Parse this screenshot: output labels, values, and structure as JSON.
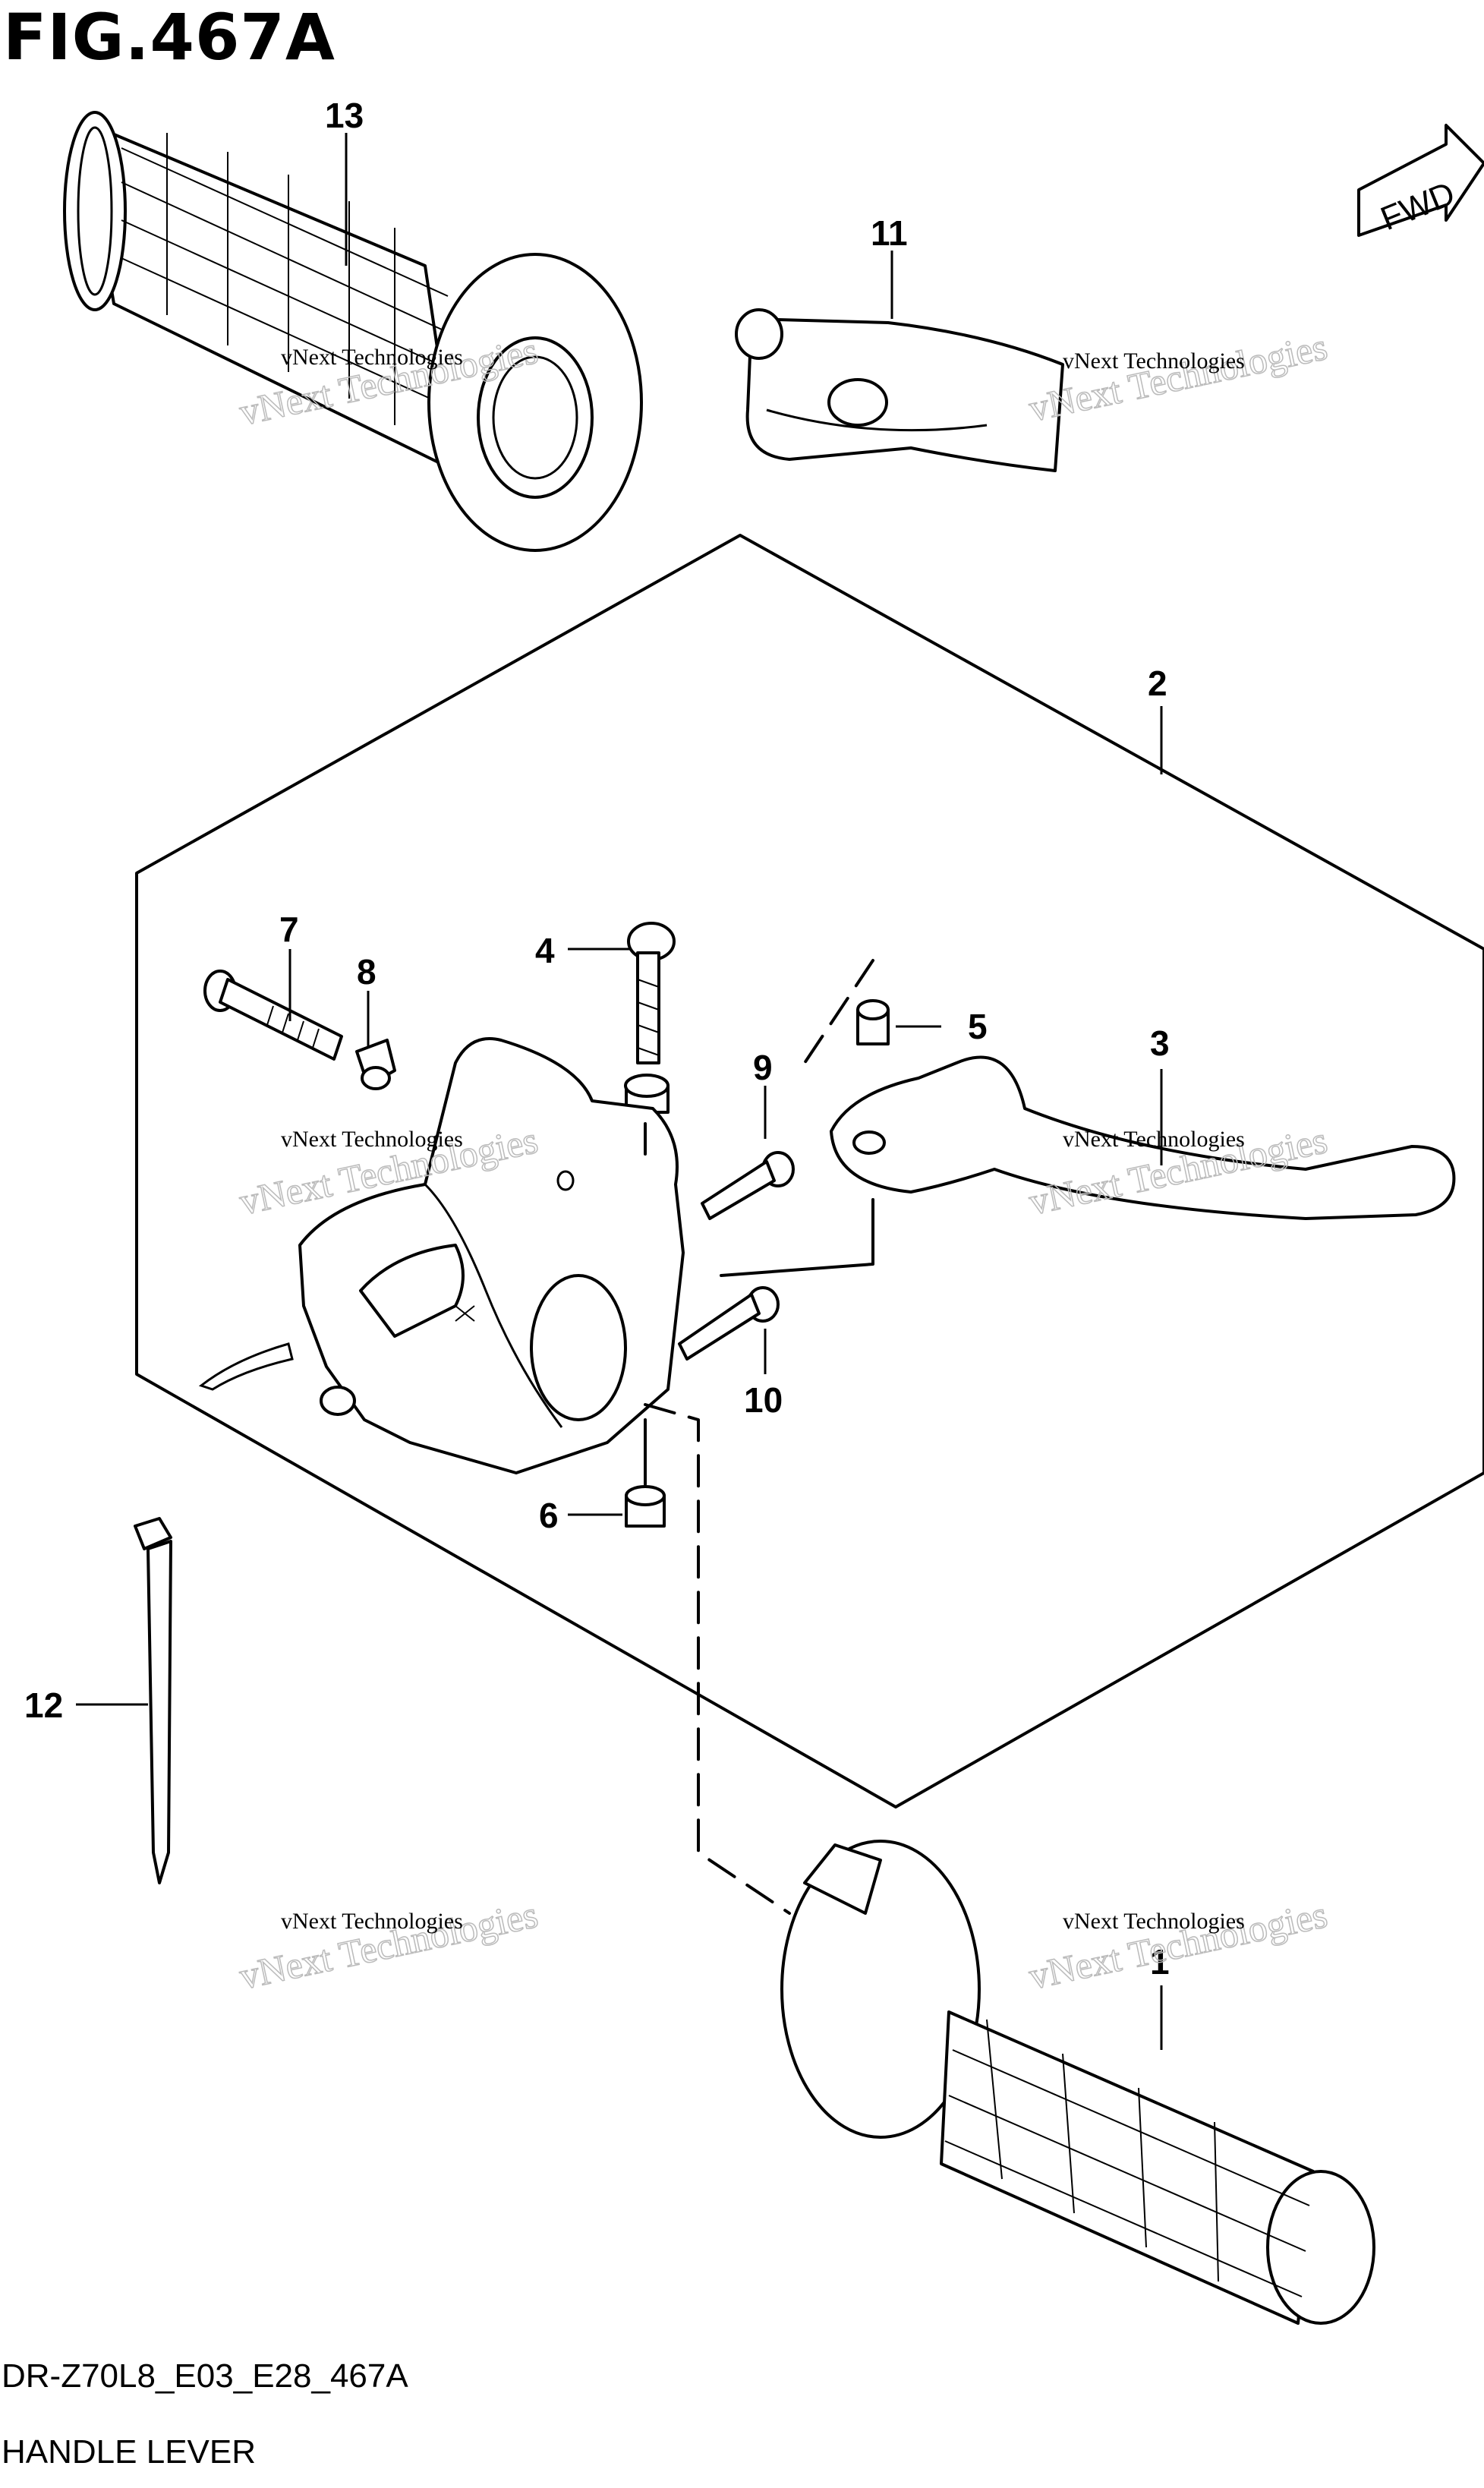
{
  "figure": {
    "title": "FIG.467A",
    "code": "DR-Z70L8_E03_E28_467A",
    "name": "HANDLE LEVER",
    "fwd_label": "FWD"
  },
  "callouts": {
    "c1": "1",
    "c2": "2",
    "c3": "3",
    "c4": "4",
    "c5": "5",
    "c6": "6",
    "c7": "7",
    "c8": "8",
    "c9": "9",
    "c10": "10",
    "c11": "11",
    "c12": "12",
    "c13": "13"
  },
  "watermark": {
    "line1": "vNext Technologies",
    "line2": "vNext Technologies"
  }
}
